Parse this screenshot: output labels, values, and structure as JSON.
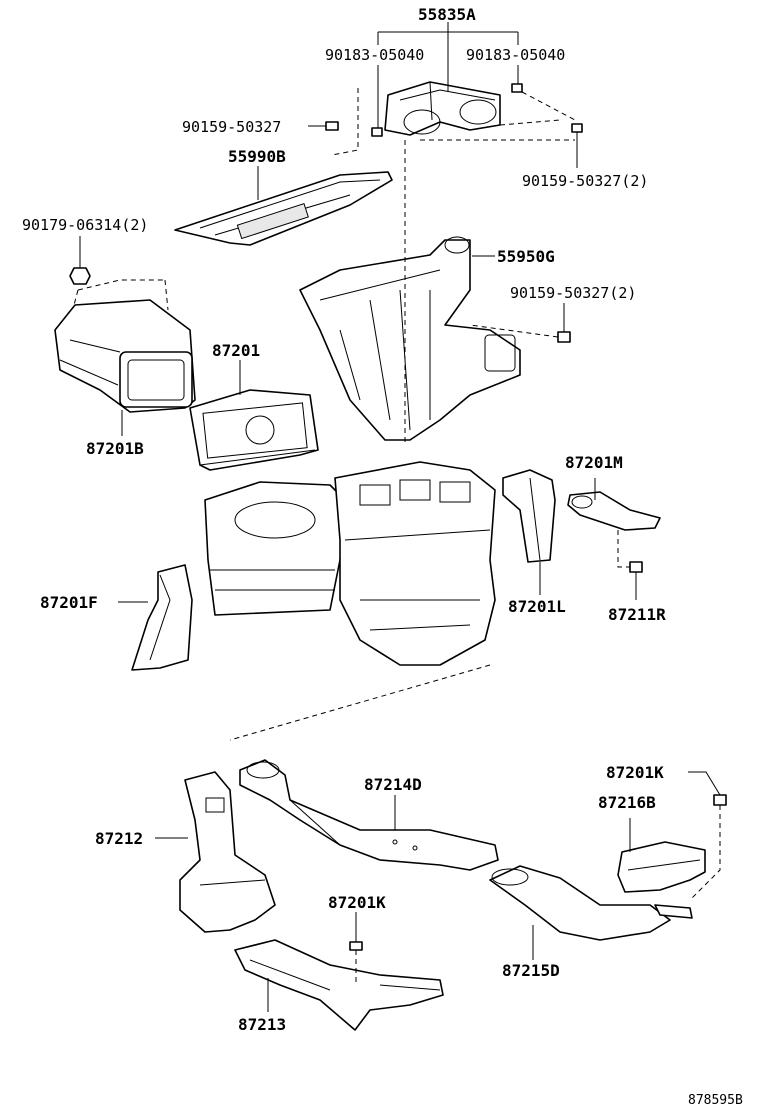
{
  "labels": {
    "p55835A": "55835A",
    "p90183_left": "90183-05040",
    "p90183_right": "90183-05040",
    "p90159_top_left": "90159-50327",
    "p90159_top_right": "90159-50327(2)",
    "p55990B": "55990B",
    "p90179": "90179-06314(2)",
    "p55950G": "55950G",
    "p90159_mid": "90159-50327(2)",
    "p87201": "87201",
    "p87201B": "87201B",
    "p87201M": "87201M",
    "p87201F": "87201F",
    "p87201L": "87201L",
    "p87211R": "87211R",
    "p87201K_right": "87201K",
    "p87216B": "87216B",
    "p87214D": "87214D",
    "p87212": "87212",
    "p87201K_mid": "87201K",
    "p87215D": "87215D",
    "p87213": "87213"
  },
  "diagram_code": "878595B"
}
